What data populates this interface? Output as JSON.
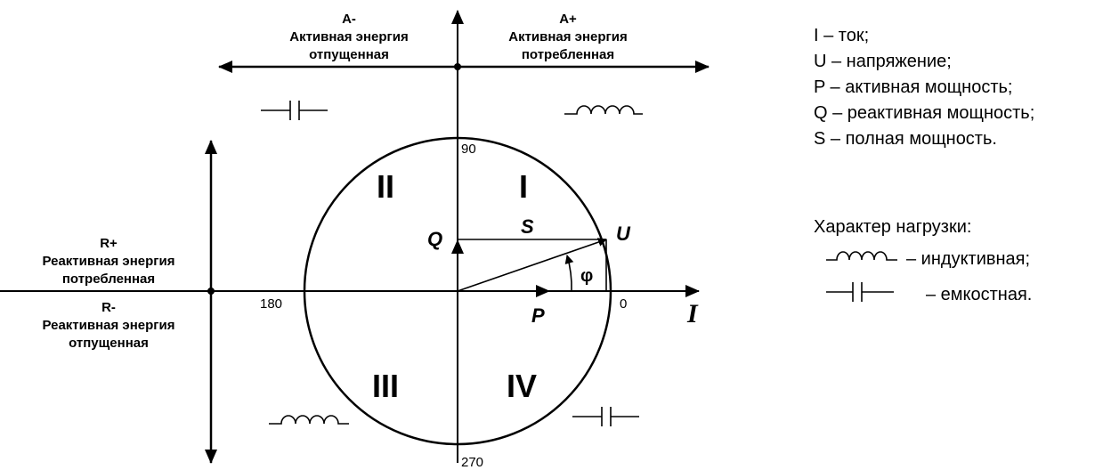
{
  "top_left": {
    "title": "A-",
    "line1": "Активная энергия",
    "line2": "отпущенная"
  },
  "top_right": {
    "title": "A+",
    "line1": "Активная энергия",
    "line2": "потребленная"
  },
  "left_upper": {
    "title": "R+",
    "line1": "Реактивная энергия",
    "line2": "потребленная"
  },
  "left_lower": {
    "title": "R-",
    "line1": "Реактивная энергия",
    "line2": "отпущенная"
  },
  "angles": {
    "a90": "90",
    "a180": "180",
    "a0": "0",
    "a270": "270"
  },
  "quadrants": {
    "q1": "I",
    "q2": "II",
    "q3": "III",
    "q4": "IV"
  },
  "vectors": {
    "q": "Q",
    "s": "S",
    "u": "U",
    "p": "P",
    "phi": "φ",
    "axis_i": "I"
  },
  "legend": [
    "I – ток;",
    "U – напряжение;",
    "P – активная мощность;",
    "Q – реактивная мощность;",
    "S – полная мощность."
  ],
  "load": {
    "title": "Характер нагрузки:",
    "inductive": "– индуктивная;",
    "capacitive": "– емкостная."
  },
  "icons": {
    "inductor": "inductor-icon",
    "capacitor": "capacitor-icon"
  }
}
